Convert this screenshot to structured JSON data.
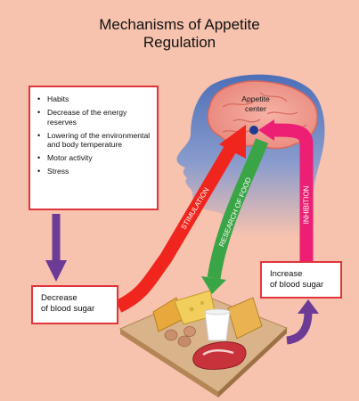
{
  "title_line1": "Mechanisms of Appetite",
  "title_line2": "Regulation",
  "factors": [
    "Habits",
    "Decrease of the energy reserves",
    "Lowering of the environmental and body temperature",
    "Motor activity",
    "Stress"
  ],
  "low_sugar_line1": "Decrease",
  "low_sugar_line2": "of blood sugar",
  "high_sugar_line1": "Increase",
  "high_sugar_line2": "of blood sugar",
  "center_line1": "Appetite",
  "center_line2": "center",
  "label_stimulation": "STIMULATION",
  "label_research": "RESEARCH OF FOOD",
  "label_inhibition": "INHIBITION",
  "colors": {
    "background": "#f7c2ae",
    "stimulation": "#f0251d",
    "research": "#3aa546",
    "inhibition": "#ec1f74",
    "feedback": "#6c3b96",
    "box_border": "#e1353c"
  }
}
